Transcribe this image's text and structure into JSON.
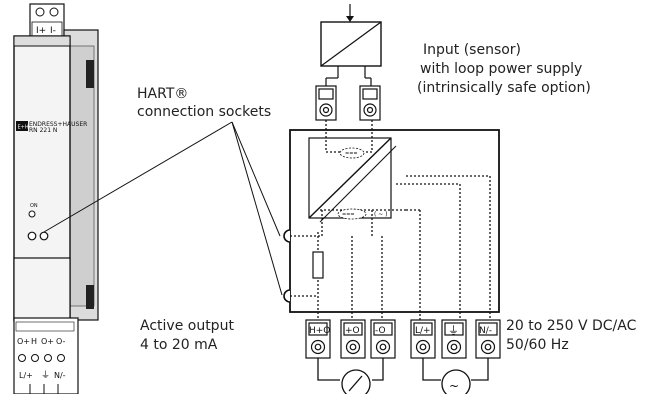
{
  "labels": {
    "hart_line1": "HART®",
    "hart_line2": "connection sockets",
    "input_line1": "Input (sensor)",
    "input_line2": "with loop power supply",
    "input_line3": "(intrinsically safe option)",
    "output_line1": "Active output",
    "output_line2": "4 to 20 mA",
    "supply_line1": "20 to 250 V DC/AC",
    "supply_line2": "50/60 Hz"
  },
  "device": {
    "brand": "ENDRESS+HAUSER",
    "model": "RN 221 N",
    "logo": "E+H",
    "led_label": "ON",
    "top_terminals": [
      "I+",
      "I-"
    ],
    "bottom_terminals_row1": [
      "O+",
      "H",
      "O+",
      "O-"
    ],
    "bottom_terminals_row2": [
      "L/+",
      "⏚",
      "N/-"
    ]
  },
  "terminals": {
    "input_pair": [
      "",
      ""
    ],
    "output": [
      "H+O",
      "+O",
      "-O"
    ],
    "supply": [
      "L/+",
      "⏚",
      "N/-"
    ]
  },
  "symbols": {
    "converter": "===",
    "isolation": "( ~ )",
    "ammeter": "meter-symbol",
    "ac_source": "~"
  }
}
